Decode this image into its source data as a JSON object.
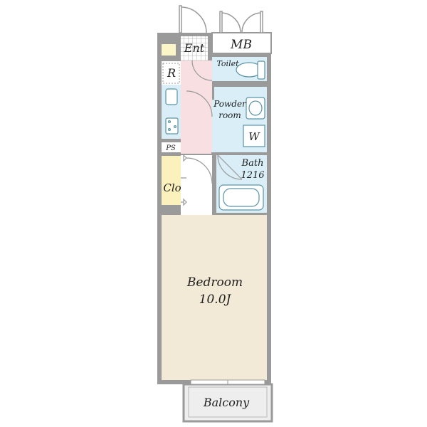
{
  "rooms": {
    "entrance": "Ent",
    "meter_box": "MB",
    "toilet": "Toilet",
    "refrigerator": "R",
    "powder_room_line1": "Powder",
    "powder_room_line2": "room",
    "washer": "W",
    "pipe_space": "PS",
    "bath": "Bath",
    "bath_size": "1216",
    "closet": "Clo",
    "bedroom": "Bedroom",
    "bedroom_size": "10.0J",
    "balcony": "Balcony"
  },
  "colors": {
    "wall": "#9a9a9a",
    "bedroom_floor": "#f2ead6",
    "wet_area": "#d9eef6",
    "hallway": "#f8dfe2",
    "closet": "#fbf1bd",
    "shoe_box": "#fbf6c8",
    "balcony": "#eeeeee",
    "fixture": "#5b93a8"
  }
}
